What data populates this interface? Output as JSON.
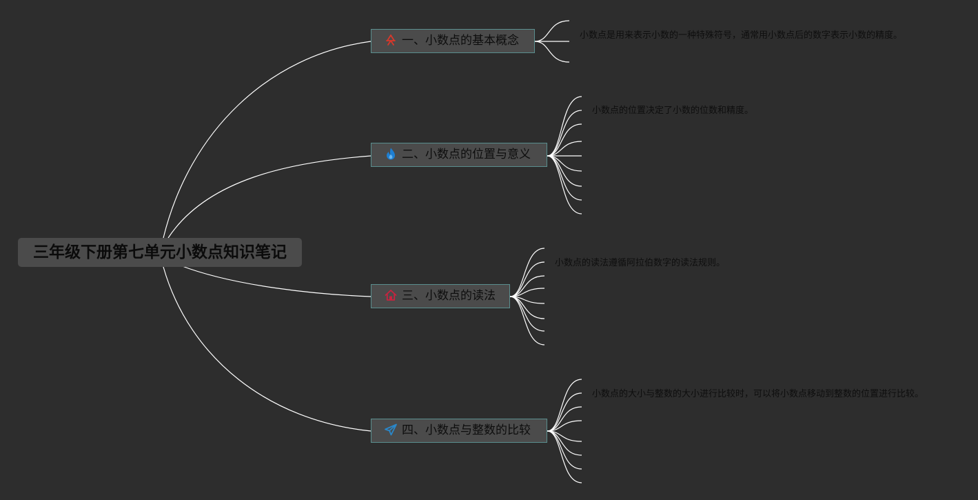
{
  "colors": {
    "background": "#2d2d2d",
    "connector": "#ffffff",
    "node_fill": "#4b4b4b",
    "branch_border": "#5a8f8f",
    "text": "#0d0d0d"
  },
  "root": {
    "title": "三年级下册第七单元小数点知识笔记"
  },
  "branches": [
    {
      "title": "一、小数点的基本概念",
      "icon": "ribbon-icon",
      "icon_color": "#d9382b",
      "note": "小数点是用来表示小数的一种特殊符号，通常用小数点后的数字表示小数的精度。",
      "leaf_count": 3
    },
    {
      "title": "二、小数点的位置与意义",
      "icon": "flame-icon",
      "icon_color": "#1e7fd2",
      "note": "小数点的位置决定了小数的位数和精度。",
      "leaf_count": 9
    },
    {
      "title": "三、小数点的读法",
      "icon": "house-icon",
      "icon_color": "#c8233f",
      "note": "小数点的读法遵循阿拉伯数字的读法规则。",
      "leaf_count": 8
    },
    {
      "title": "四、小数点与整数的比较",
      "icon": "paper-plane-icon",
      "icon_color": "#2a87c9",
      "note": "小数点的大小与整数的大小进行比较时，可以将小数点移动到整数的位置进行比较。",
      "leaf_count": 8
    }
  ]
}
